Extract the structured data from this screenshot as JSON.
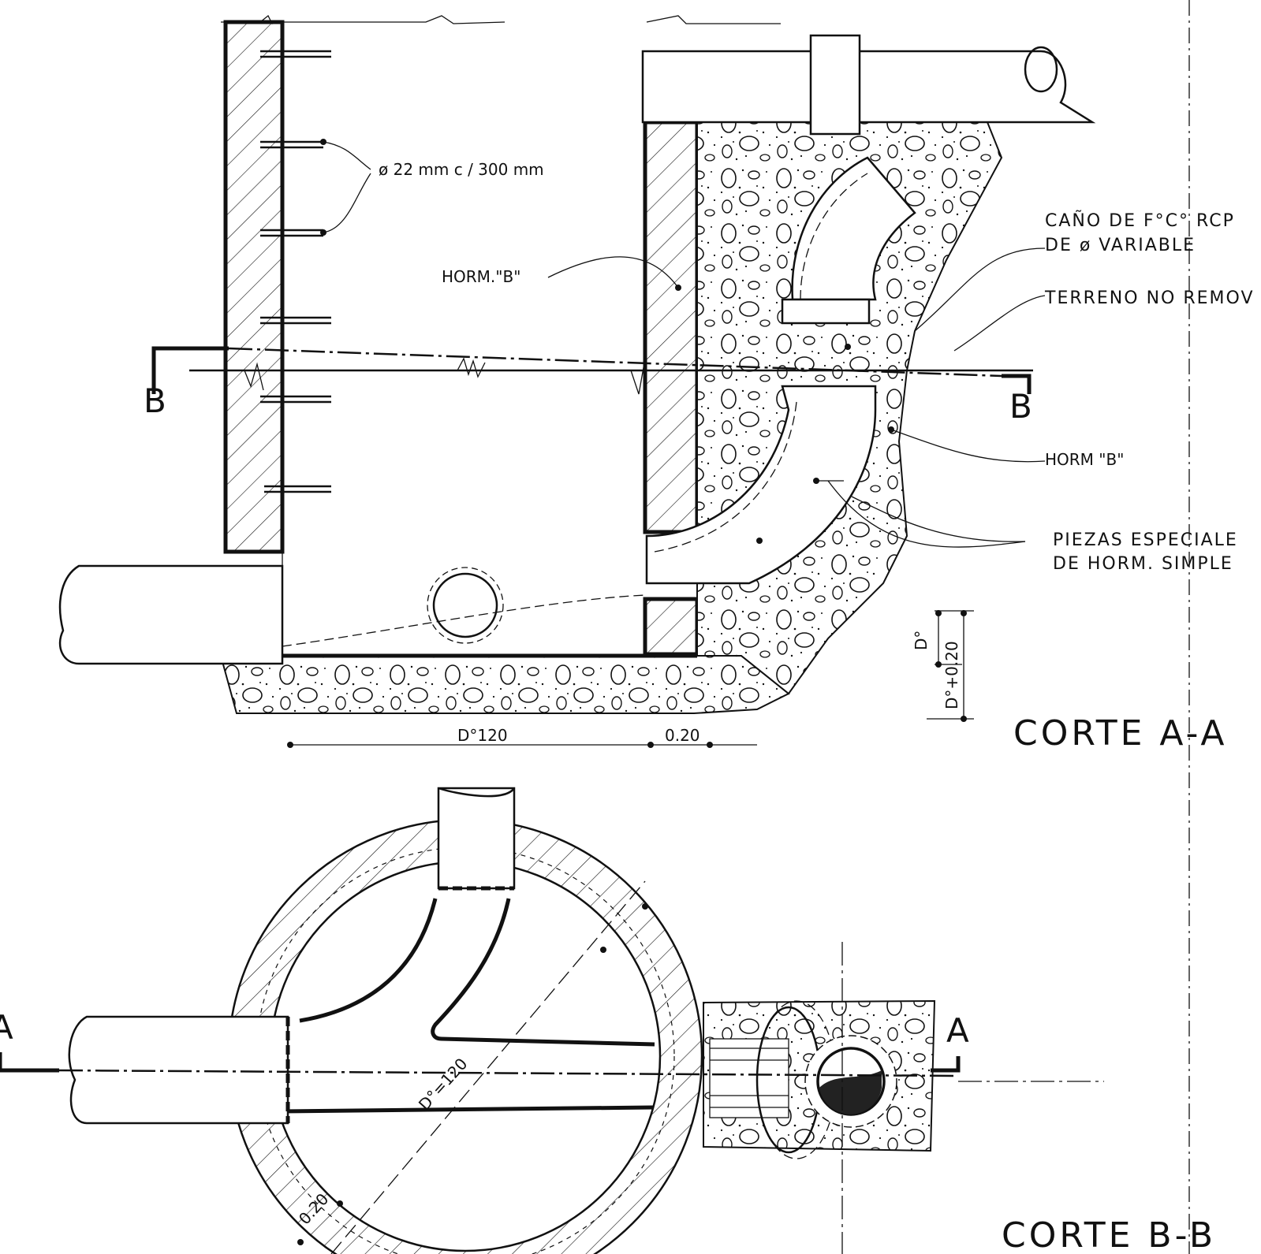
{
  "sections": {
    "a": {
      "title": "CORTE A-A"
    },
    "b": {
      "title": "CORTE B-B",
      "cut_label": "B"
    },
    "a_cut_label": "A"
  },
  "labels": {
    "rebar": "ø 22 mm   c / 300 mm",
    "horm_b_wall": "HORM.\"B\"",
    "pipe_line1": "CAÑO  DE F°C° RCP",
    "pipe_line2": "DE  ø  VARIABLE",
    "terrain": "TERRENO NO REMOV",
    "horm_b_right": "HORM \"B\"",
    "piezas_line1": "PIEZAS  ESPECIALE",
    "piezas_line2": "DE  HORM.  SIMPLE"
  },
  "dimensions": {
    "inner_a": "D°120",
    "wall_a": "0.20",
    "pipe_d": "D°",
    "pipe_d_plus": "D°+0.20",
    "inner_b": "D°=120",
    "wall_b": "0.20"
  },
  "colors": {
    "ink": "#111111",
    "paper": "#ffffff"
  }
}
